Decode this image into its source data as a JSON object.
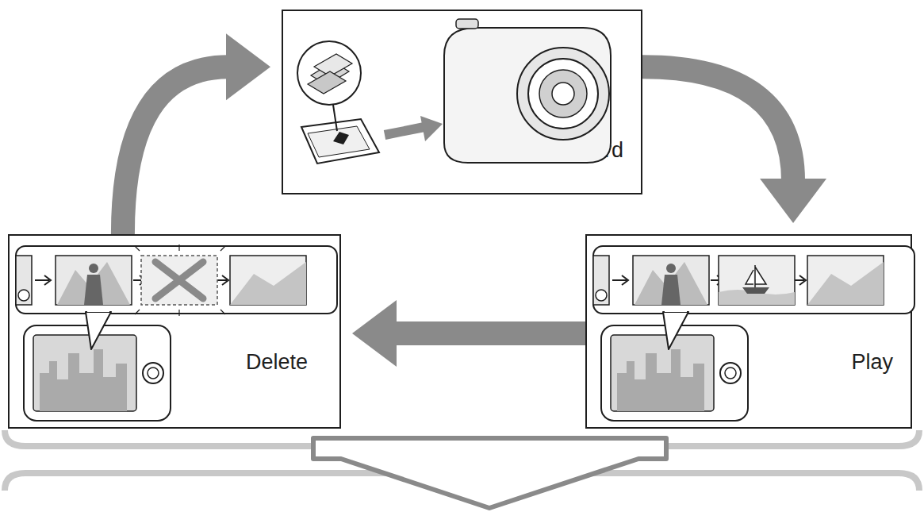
{
  "diagram": {
    "nodes": [
      {
        "text": [
          "Record"
        ]
      },
      {
        "text": [
          "Delete"
        ]
      },
      {
        "text": [
          "Play"
        ]
      }
    ],
    "edges": [
      {
        "from": 1,
        "to": 0,
        "arrow": "to"
      },
      {
        "from": 0,
        "to": 2,
        "arrow": "to"
      },
      {
        "from": 2,
        "to": 1,
        "arrow": "to"
      }
    ]
  }
}
